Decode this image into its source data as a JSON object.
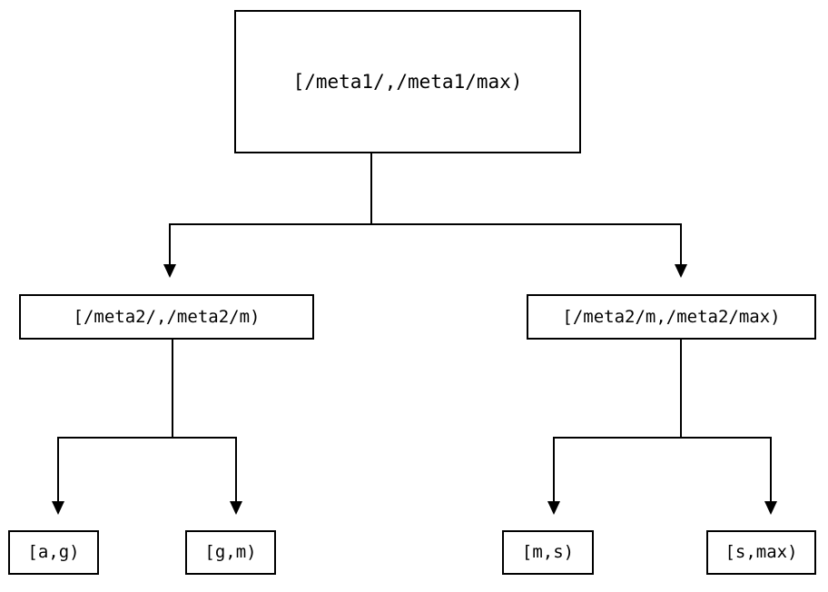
{
  "diagram": {
    "type": "tree",
    "orientation": "top-down",
    "background_color": "#ffffff",
    "line_color": "#000000",
    "text_color": "#000000",
    "nodes": {
      "root": {
        "label": "[/meta1/,/meta1/max)",
        "level": 0
      },
      "mid_left": {
        "label": "[/meta2/,/meta2/m)",
        "level": 1
      },
      "mid_right": {
        "label": "[/meta2/m,/meta2/max)",
        "level": 1
      },
      "leaf_ag": {
        "label": "[a,g)",
        "level": 2
      },
      "leaf_gm": {
        "label": "[g,m)",
        "level": 2
      },
      "leaf_ms": {
        "label": "[m,s)",
        "level": 2
      },
      "leaf_smax": {
        "label": "[s,max)",
        "level": 2
      }
    },
    "edges": [
      {
        "from": "root",
        "to": "mid_left",
        "arrow": "down"
      },
      {
        "from": "root",
        "to": "mid_right",
        "arrow": "down"
      },
      {
        "from": "mid_left",
        "to": "leaf_ag",
        "arrow": "down"
      },
      {
        "from": "mid_left",
        "to": "leaf_gm",
        "arrow": "down"
      },
      {
        "from": "mid_right",
        "to": "leaf_ms",
        "arrow": "down"
      },
      {
        "from": "mid_right",
        "to": "leaf_smax",
        "arrow": "down"
      }
    ]
  }
}
